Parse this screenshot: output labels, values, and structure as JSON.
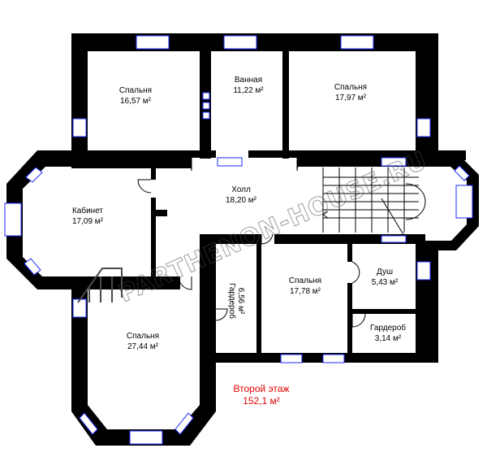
{
  "plan": {
    "watermark": "PARTHENON-HOUSE.RU",
    "floor_title": "Второй этаж",
    "floor_area": "152,1 м²",
    "colors": {
      "wall": "#000000",
      "window": "#1a2aff",
      "label_accent": "#e00000"
    },
    "rooms": {
      "bedroom_nw": {
        "name": "Спальня",
        "area": "16,57 м²"
      },
      "bathroom": {
        "name": "Ванная",
        "area": "11,22 м²"
      },
      "bedroom_ne": {
        "name": "Спальня",
        "area": "17,97 м²"
      },
      "hall": {
        "name": "Холл",
        "area": "18,20 м²"
      },
      "study": {
        "name": "Кабинет",
        "area": "17,09 м²"
      },
      "wardrobe_mid": {
        "name": "Гардероб",
        "area": "6,56 м²"
      },
      "bedroom_mid": {
        "name": "Спальня",
        "area": "17,78 м²"
      },
      "shower": {
        "name": "Душ",
        "area": "5,43 м²"
      },
      "wardrobe_se": {
        "name": "Гардероб",
        "area": "3,14 м²"
      },
      "bedroom_sw": {
        "name": "Спальня",
        "area": "27,44 м²"
      }
    }
  }
}
